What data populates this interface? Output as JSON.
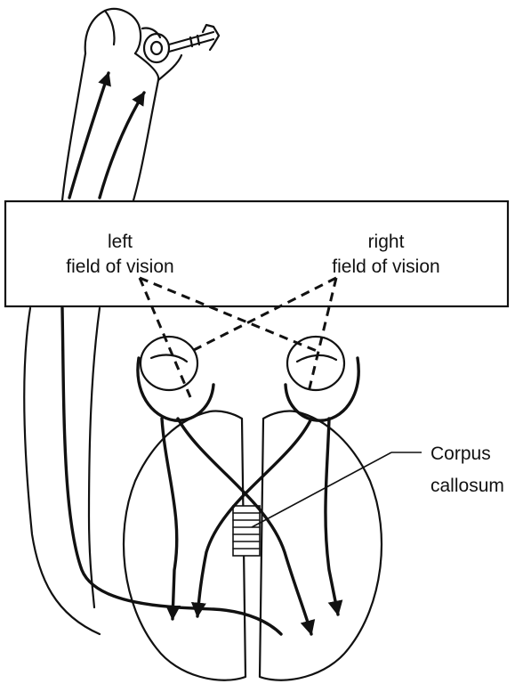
{
  "labels": {
    "left_field_line1": "left",
    "left_field_line2": "field of vision",
    "right_field_line1": "right",
    "right_field_line2": "field of vision",
    "corpus_line1": "Corpus",
    "corpus_line2": "callosum"
  },
  "colors": {
    "ink": "#111111",
    "background": "#ffffff"
  }
}
